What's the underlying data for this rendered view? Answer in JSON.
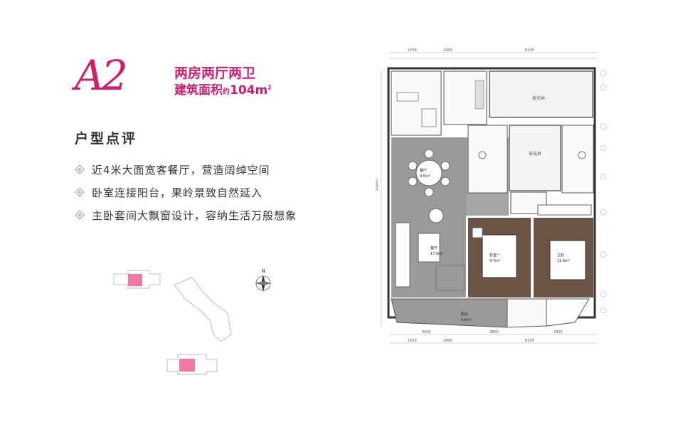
{
  "header": {
    "unit_code": "A2",
    "layout": "两房两厅两卫",
    "area_label": "建筑面积",
    "area_approx": "约",
    "area_value": "104m",
    "area_sup": "2"
  },
  "review": {
    "title": "户型点评",
    "points": [
      "近4米大面宽客餐厅，营造阔绰空间",
      "卧室连接阳台，果岭景致自然延入",
      "主卧套间大飘窗设计，容纳生活万般想象"
    ]
  },
  "plan": {
    "rooms": [
      {
        "name": "采光井",
        "area": ""
      },
      {
        "name": "采光井",
        "area": ""
      },
      {
        "name": "餐厅",
        "area": "9.6m²"
      },
      {
        "name": "客厅",
        "area": "17.8m²"
      },
      {
        "name": "卧室一",
        "area": "9.7m²"
      },
      {
        "name": "主卧",
        "area": "11.6m²"
      },
      {
        "name": "阳台",
        "area": "6.6m²"
      }
    ],
    "dims_top": [
      "1500",
      "2400",
      "6100"
    ],
    "dims_bottom": [
      "3900",
      "2800",
      "3300"
    ],
    "dims_bottom2": [
      "1500",
      "2400",
      "6100"
    ],
    "dim_left": "10650",
    "compass": "N"
  },
  "colors": {
    "accent": "#d11e6b",
    "floor": "#9a9a9a",
    "wood": "#6b5444",
    "unit_highlight": "#f07aa6"
  }
}
